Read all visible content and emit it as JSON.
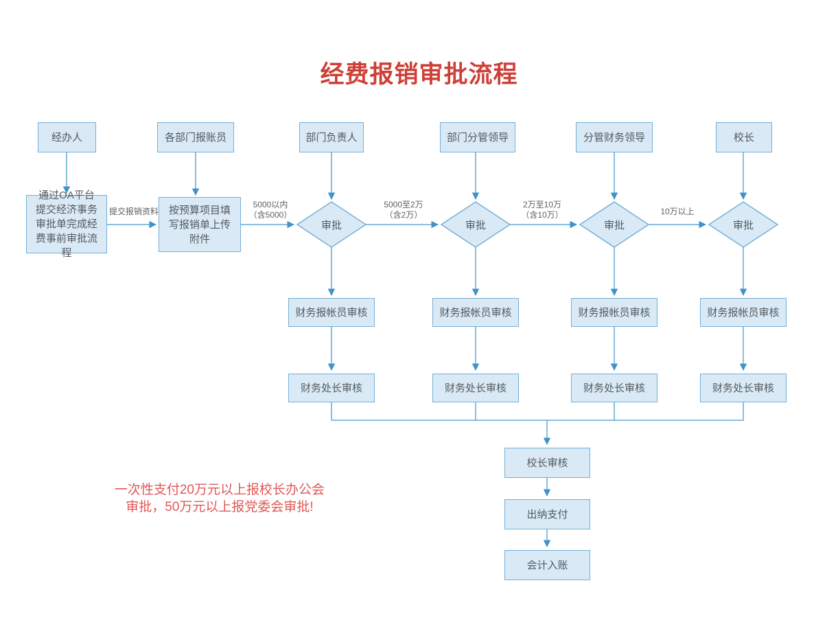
{
  "title": "经费报销审批流程",
  "actors": [
    "经办人",
    "各部门报账员",
    "部门负责人",
    "部门分管领导",
    "分管财务领导",
    "校长"
  ],
  "nodes": {
    "oa_process": "通过OA平台提交经济事务审批单完成经费事前审批流程",
    "fill_form": "按预算项目填写报销单上传附件",
    "approve": "审批",
    "clerk_review": "财务报帐员审核",
    "director_review": "财务处长审核",
    "president_review": "校长审核",
    "cashier_payment": "出纳支付",
    "accounting_entry": "会计入账"
  },
  "edge_labels": {
    "submit_docs": "提交报销资料",
    "tier1": "5000以内\n（含5000）",
    "tier2": "5000至2万\n（含2万）",
    "tier3": "2万至10万\n（含10万）",
    "tier4": "10万以上"
  },
  "note": "一次性支付20万元以上报校长办公会\n审批，50万元以上报党委会审批!",
  "colors": {
    "node_fill": "#d9eaf6",
    "node_border": "#74afd6",
    "connector": "#62a8d6",
    "arrowhead": "#3f93c8",
    "title_red": "#ce4037",
    "note_red": "#e25755",
    "text_gray": "#54595e"
  }
}
